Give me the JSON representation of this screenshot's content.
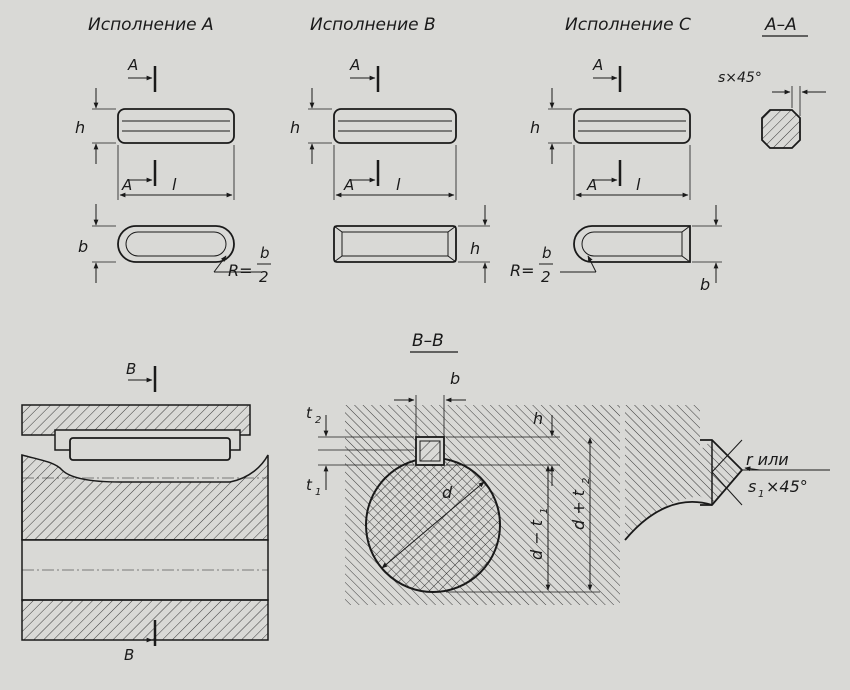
{
  "colors": {
    "background": "#d9d9d6",
    "ink": "#1a1a1a",
    "hatch": "#3a3a3a"
  },
  "headings": {
    "exec_a": "Исполнение A",
    "exec_b": "Исполнение B",
    "exec_c": "Исполнение C",
    "section_aa": "A–A",
    "section_bb": "B–B"
  },
  "labels": {
    "A": "A",
    "B": "B",
    "h": "h",
    "l": "l",
    "b": "b",
    "d": "d",
    "t1": "t",
    "t2": "t",
    "sub1": "1",
    "sub2": "2",
    "s45": "s×45°",
    "R": "R=",
    "frac_num": "b",
    "frac_den": "2",
    "d_minus_t1": "d − t",
    "d_plus_t2": "d + t",
    "r_ili": "r или",
    "s1": "s",
    "s1_tail": "×45°"
  }
}
